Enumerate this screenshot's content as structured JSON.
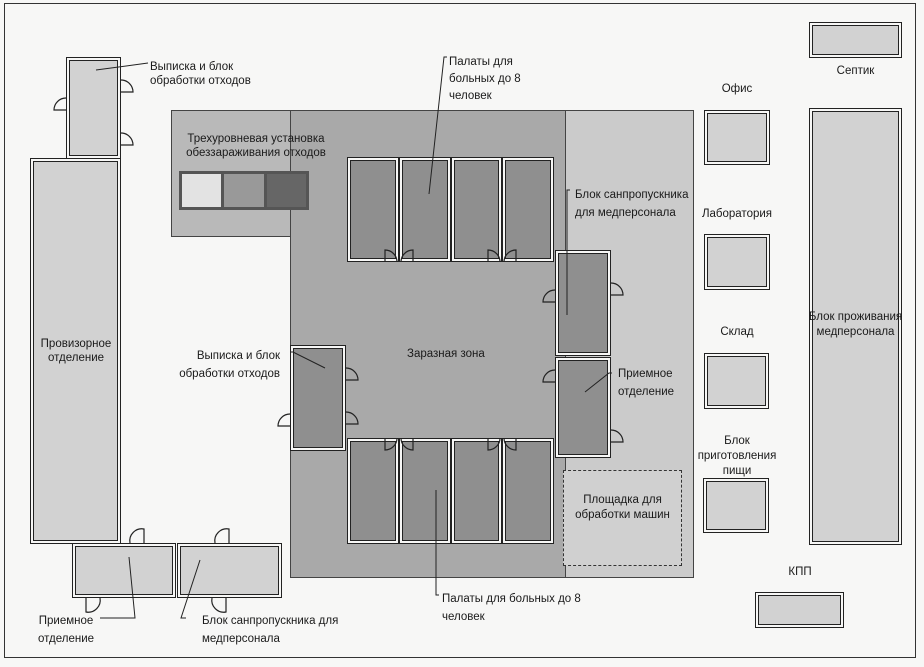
{
  "labels": {
    "discharge_waste_top": "Выписка и блок обработки отходов",
    "three_level_unit": "Трехуровневая установка обеззараживания отходов",
    "wards_top": "Палаты для больных до 8 человек",
    "sanpass_right": "Блок санпропускника для медперсонала",
    "provisional_dept": "Провизорное отделение",
    "discharge_waste_zone": "Выписка и блок обработки отходов",
    "infectious_zone": "Заразная зона",
    "reception_right": "Приемное отделение",
    "car_platform": "Площадка для обработки машин",
    "wards_bottom": "Палаты для больных до 8 человек",
    "reception_bottom": "Приемное отделение",
    "sanpass_bottom": "Блок санпропускника для медперсонала",
    "office": "Офис",
    "laboratory": "Лаборатория",
    "warehouse": "Склад",
    "kitchen": "Блок приготовления пищи",
    "septic": "Септик",
    "staff_housing": "Блок проживания медперсонала",
    "checkpoint": "КПП"
  }
}
